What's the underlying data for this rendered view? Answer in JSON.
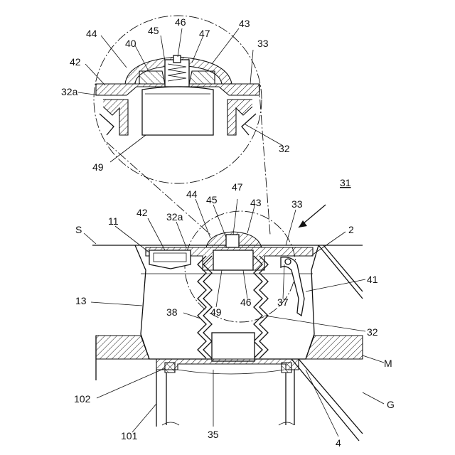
{
  "figure": {
    "assembly_ref": "31",
    "labels": {
      "44": "44",
      "45": "45",
      "46": "46",
      "47": "47",
      "43": "43",
      "40": "40",
      "42": "42",
      "33": "33",
      "32a": "32a",
      "32": "32",
      "49": "49",
      "S": "S",
      "11": "11",
      "2": "2",
      "13": "13",
      "41": "41",
      "37": "37",
      "38": "38",
      "M": "M",
      "G": "G",
      "102": "102",
      "101": "101",
      "35": "35",
      "4": "4"
    }
  }
}
